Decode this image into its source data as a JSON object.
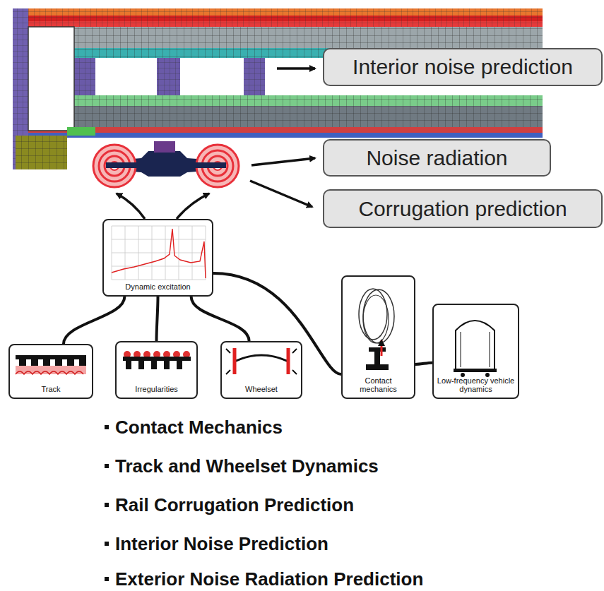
{
  "diagram": {
    "nodes": [
      {
        "text": [
          "Interior noise prediction"
        ]
      },
      {
        "text": [
          "Noise radiation"
        ]
      },
      {
        "text": [
          "Corrugation prediction"
        ]
      },
      {
        "text": [
          "Dynamic excitation"
        ]
      },
      {
        "text": [
          "Track"
        ]
      },
      {
        "text": [
          "Irregularities"
        ]
      },
      {
        "text": [
          "Wheelset"
        ]
      },
      {
        "text": [
          "Contact mechanics"
        ]
      },
      {
        "text": [
          "Low-frequency vehicle dynamics"
        ]
      }
    ],
    "edges": [
      {
        "from": 3,
        "to": 4,
        "arrow": "none"
      },
      {
        "from": 3,
        "to": 5,
        "arrow": "none"
      },
      {
        "from": 3,
        "to": 6,
        "arrow": "none"
      },
      {
        "from": 3,
        "to": 7,
        "arrow": "none"
      },
      {
        "from": 7,
        "to": 8,
        "arrow": "none"
      }
    ],
    "labels": [
      "Contact Mechanics",
      "Track and Wheelset Dynamics",
      "Rail Corrugation Prediction",
      "Interior Noise Prediction",
      "Exterior Noise Radiation Prediction"
    ]
  }
}
